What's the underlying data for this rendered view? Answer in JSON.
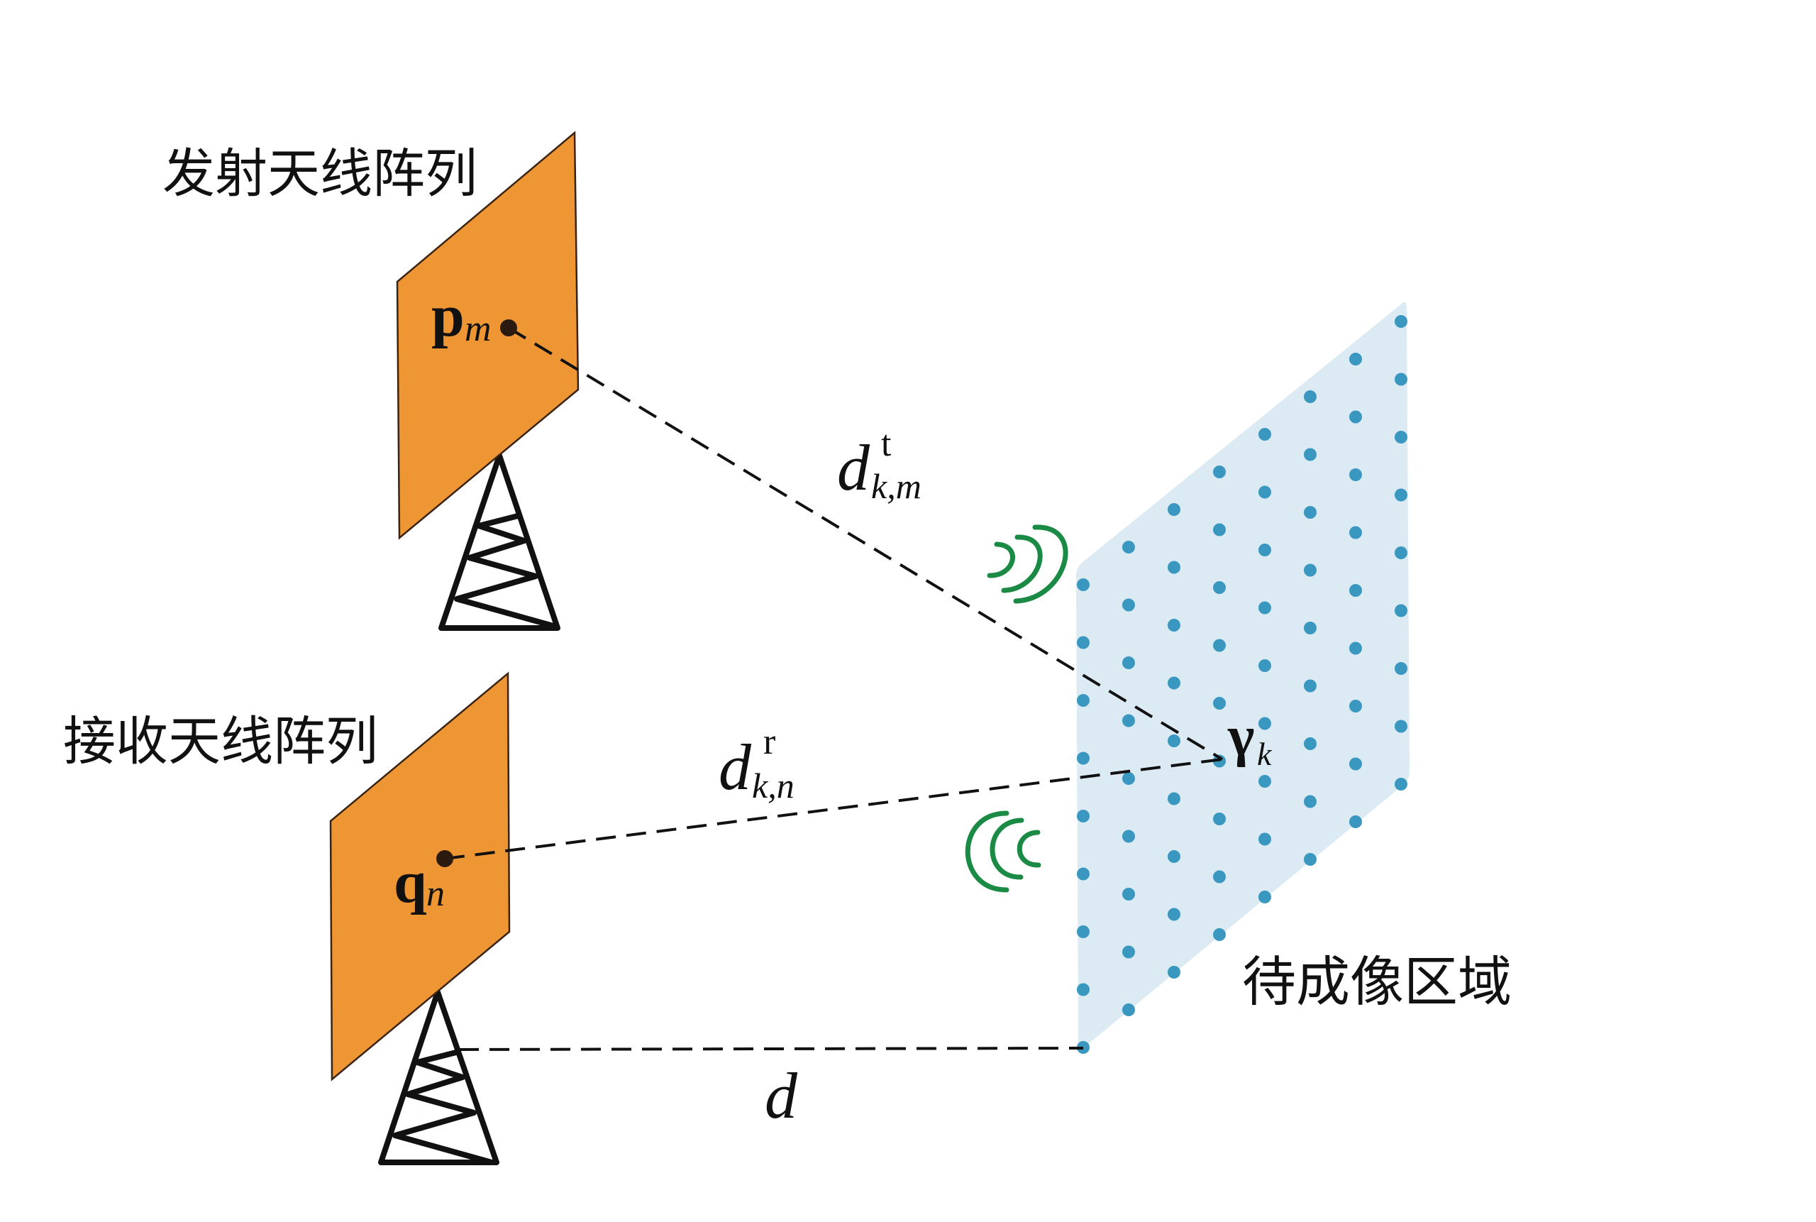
{
  "title": "Transmit/receive antenna array imaging geometry",
  "labels": {
    "transmit_array": "发射天线阵列",
    "receive_array": "接收天线阵列",
    "imaging_region": "待成像区域"
  },
  "symbols": {
    "transmit_element": {
      "base": "p",
      "sub": "m"
    },
    "receive_element": {
      "base": "q",
      "sub": "n"
    },
    "transmit_distance": {
      "base": "d",
      "sup": "t",
      "sub": "k,m"
    },
    "receive_distance": {
      "base": "d",
      "sup": "r",
      "sub": "k,n"
    },
    "scatter_coefficient": {
      "base": "γ",
      "sub": "k"
    },
    "baseline_distance": {
      "base": "d"
    }
  },
  "imaging_grid": {
    "columns": 8,
    "rows": 9,
    "highlighted_point": {
      "column": 4,
      "row": 4
    }
  },
  "colors": {
    "antenna_panel": "#ee9633",
    "imaging_panel": "#dbeaf3",
    "grid_point": "#3a98c0",
    "wave": "#1a8a45",
    "element_point": "#2b1a10"
  }
}
